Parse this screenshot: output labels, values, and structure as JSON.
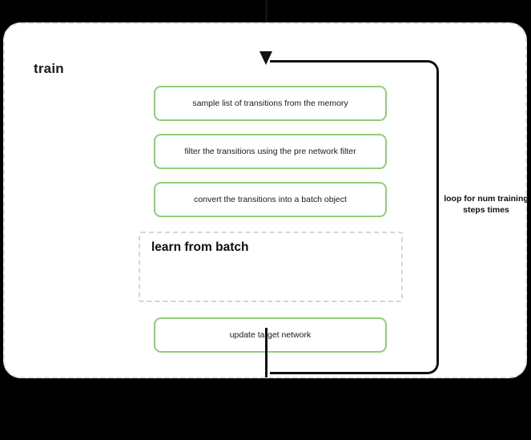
{
  "diagram": {
    "group": {
      "title": "train",
      "border_style": "dashed",
      "border_color": "#e0e0e0"
    },
    "steps": [
      {
        "id": "sample",
        "label": "sample list of transitions from the memory"
      },
      {
        "id": "filter",
        "label": "filter the transitions using the pre network filter"
      },
      {
        "id": "convert",
        "label": "convert the transitions into a batch object"
      },
      {
        "id": "update",
        "label": "update target network"
      }
    ],
    "subgroup": {
      "title": "learn from batch",
      "border_style": "dashed",
      "border_color": "#d6d6d6"
    },
    "loop": {
      "caption": "loop for num training steps times"
    },
    "colors": {
      "step_border": "#90cf79",
      "connector": "#111111",
      "canvas": "#ffffff",
      "backdrop": "#000000"
    }
  }
}
